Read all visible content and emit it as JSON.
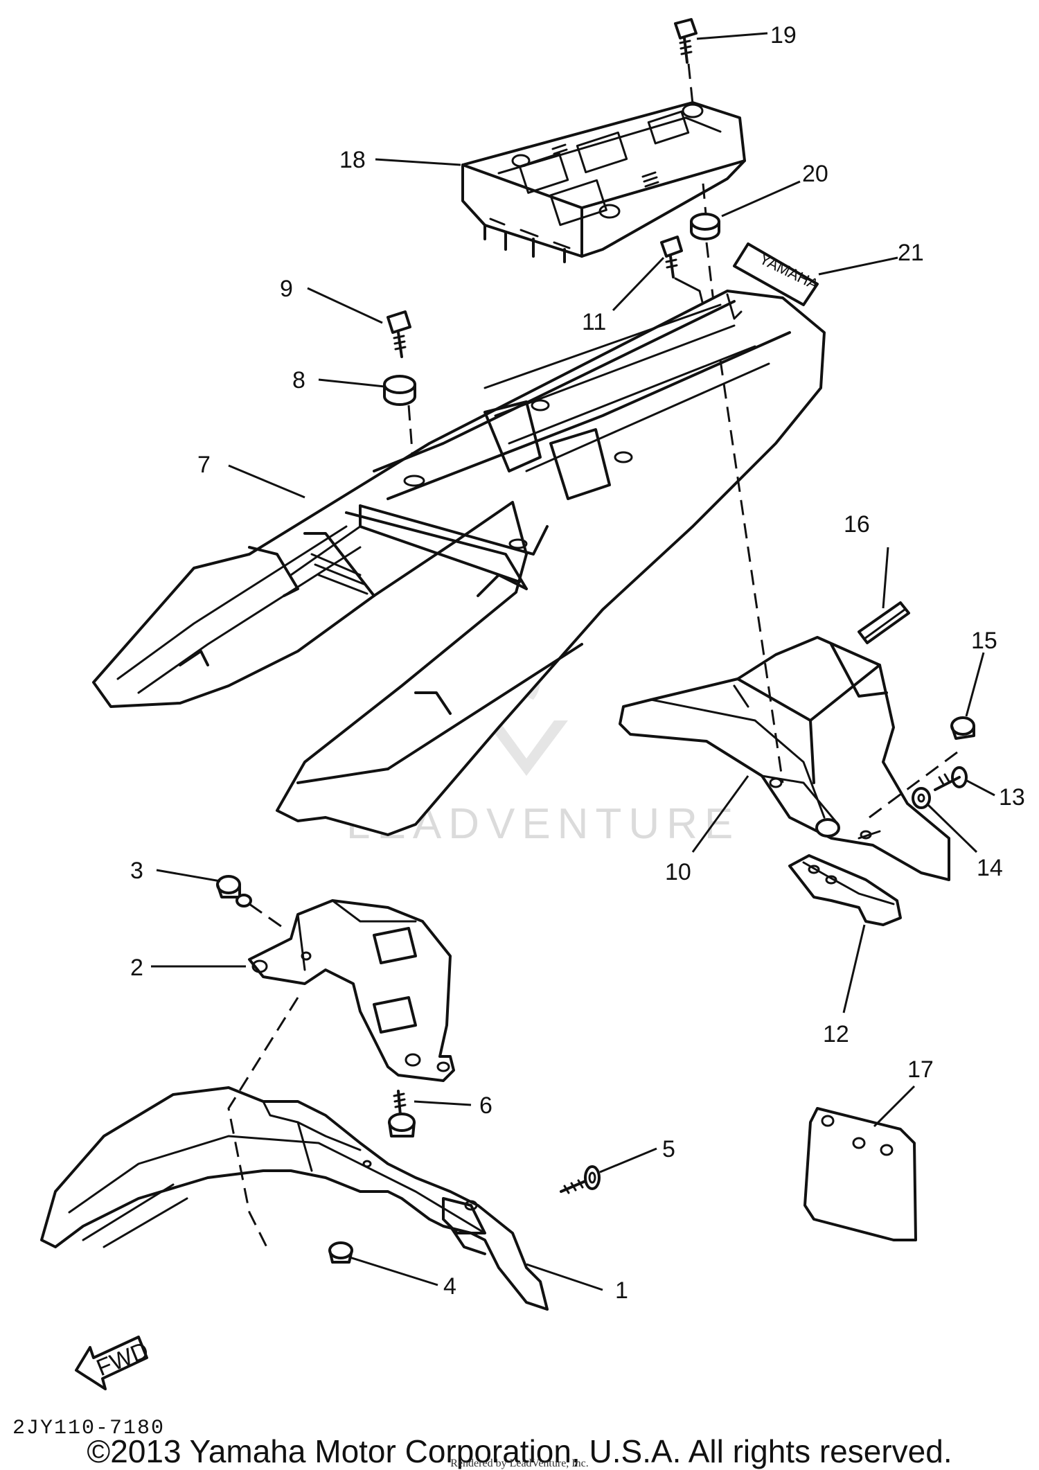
{
  "watermark": {
    "text": "LEADVENTURE"
  },
  "callouts": [
    "1",
    "2",
    "3",
    "4",
    "5",
    "6",
    "7",
    "8",
    "9",
    "10",
    "11",
    "12",
    "13",
    "14",
    "15",
    "16",
    "17",
    "18",
    "19",
    "20",
    "21"
  ],
  "labels": {
    "fwd": "FWD",
    "decal": "YAMAHA"
  },
  "footer": {
    "diagram_code": "2JY110-7180",
    "copyright": "©2013 Yamaha Motor Corporation, U.S.A. All rights reserved.",
    "rendered_by": "Rendered by LeadVenture, Inc."
  }
}
